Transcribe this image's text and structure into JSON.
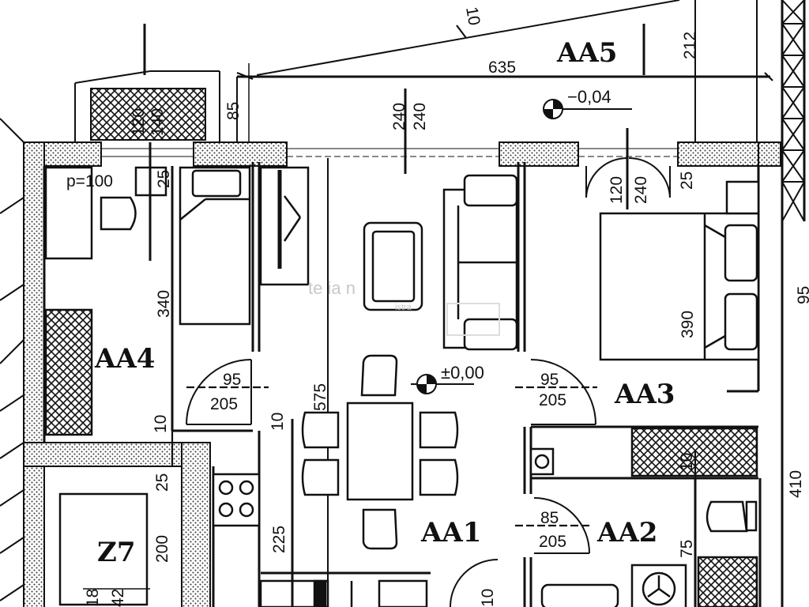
{
  "rooms": {
    "aa1": "AA1",
    "aa2": "AA2",
    "aa3": "AA3",
    "aa4": "AA4",
    "aa5": "AA5",
    "z7": "Z7"
  },
  "levels": {
    "terrace": "−0,04",
    "floor": "±0,00"
  },
  "dims": {
    "d635": "635",
    "d212": "212",
    "d10_top": "10",
    "d85_top": "85",
    "d120": "120",
    "d140": "140",
    "d240_a": "240",
    "d240_b": "240",
    "p100": "p=100",
    "d25_wc": "25",
    "d340": "340",
    "d95_left": "95",
    "d205_left": "205",
    "d10_left": "10",
    "d575": "575",
    "d10_mid": "10",
    "d95_right": "95",
    "d205_right": "205",
    "d120_door": "120",
    "d240_door": "240",
    "d25_right": "25",
    "d390": "390",
    "d10_right": "10",
    "d410": "410",
    "d85_bath": "85",
    "d205_bath": "205",
    "d75": "75",
    "d25_z7": "25",
    "d200": "200",
    "d225": "225",
    "d18": "18",
    "d42": "42",
    "d10_bottom": "10",
    "d95_edge": "95"
  },
  "watermark": {
    "brand": "te  ia n",
    "sub": "istra"
  }
}
